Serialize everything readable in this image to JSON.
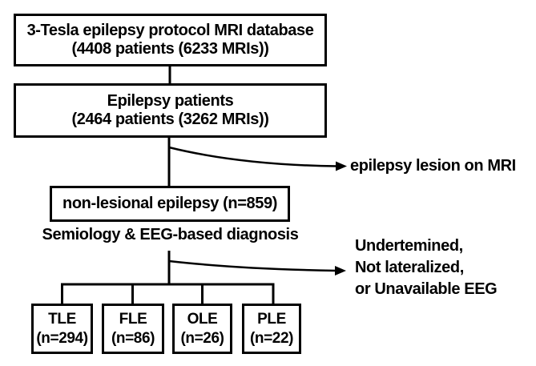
{
  "flowchart": {
    "colors": {
      "background": "#ffffff",
      "line": "#000000",
      "text": "#000000",
      "box_border": "#000000"
    },
    "nodes": {
      "database": {
        "line1": "3-Tesla epilepsy protocol MRI database",
        "line2": "(4408 patients (6233 MRIs))"
      },
      "epilepsy_patients": {
        "line1": "Epilepsy patients",
        "line2": "(2464 patients (3262 MRIs))"
      },
      "non_lesional": {
        "label": "non-lesional epilepsy (n=859)"
      },
      "diagnosis": {
        "label": "Semiology & EEG-based diagnosis"
      }
    },
    "outcomes": [
      {
        "abbr": "TLE",
        "n": "(n=294)"
      },
      {
        "abbr": "FLE",
        "n": "(n=86)"
      },
      {
        "abbr": "OLE",
        "n": "(n=26)"
      },
      {
        "abbr": "PLE",
        "n": "(n=22)"
      }
    ],
    "exits": {
      "lesion": {
        "label": "epilepsy lesion on MRI"
      },
      "excluded": {
        "line1": "Undertemined,",
        "line2": "Not lateralized,",
        "line3": "or Unavailable EEG"
      }
    }
  }
}
